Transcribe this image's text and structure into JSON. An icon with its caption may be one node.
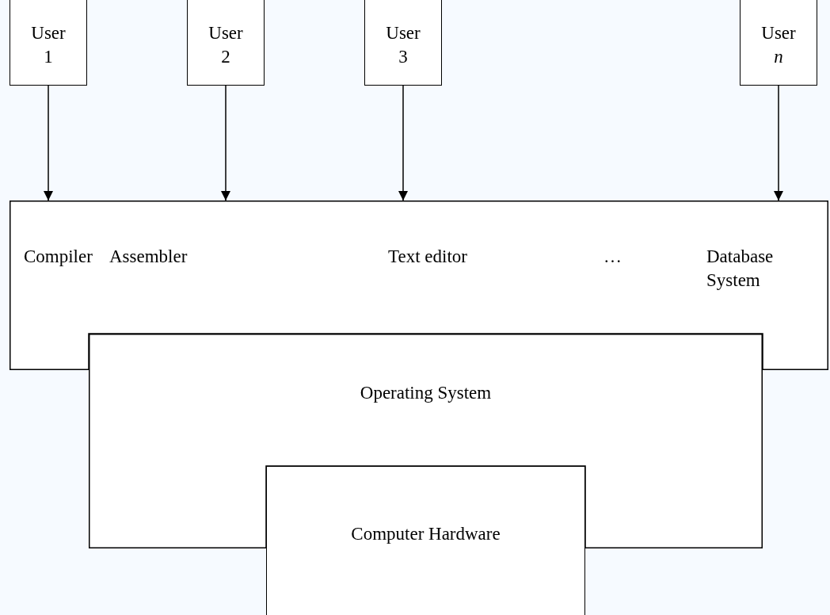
{
  "diagram": {
    "nodes": [
      {
        "text": [
          "User 1"
        ]
      },
      {
        "text": [
          "User 2"
        ]
      },
      {
        "text": [
          "User 3"
        ]
      },
      {
        "text": [
          "User *n*"
        ]
      },
      {
        "text": [
          "Compiler",
          "Assembler",
          "Text editor",
          "…",
          "Database System"
        ]
      },
      {
        "text": [
          "Operating System"
        ]
      },
      {
        "text": [
          "Computer Hardware"
        ]
      }
    ],
    "edges": [
      {
        "from": 0,
        "to": 4,
        "arrow": "to"
      },
      {
        "from": 1,
        "to": 4,
        "arrow": "to"
      },
      {
        "from": 2,
        "to": 4,
        "arrow": "to"
      },
      {
        "from": 3,
        "to": 4,
        "arrow": "to"
      }
    ]
  }
}
